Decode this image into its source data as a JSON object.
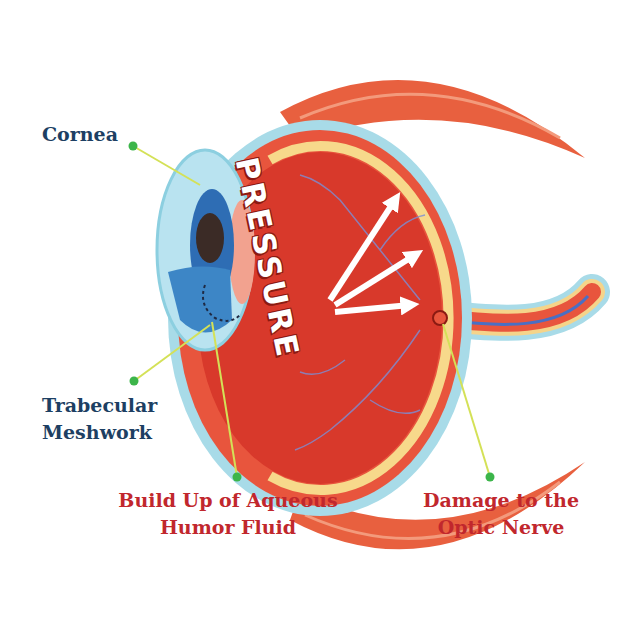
{
  "diagram": {
    "labels": [
      "Cornea",
      "PRESSURE",
      "Trabecular Meshwork",
      "Build Up of Aqueous Humor Fluid",
      "Damage to the Optic Nerve"
    ]
  }
}
